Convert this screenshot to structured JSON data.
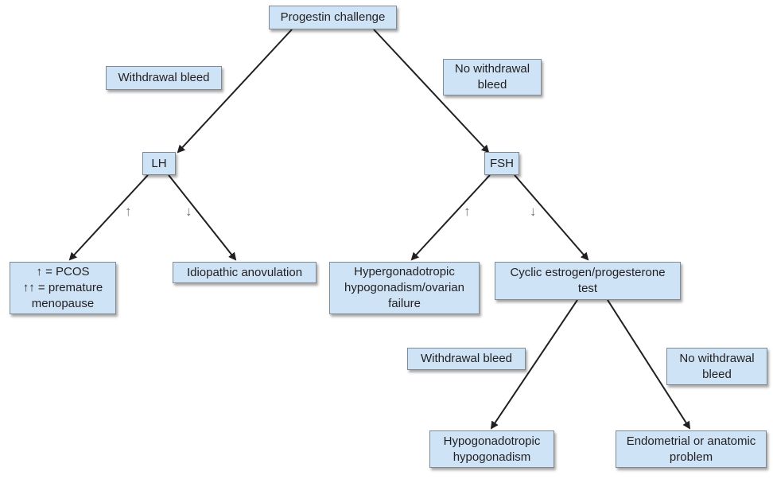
{
  "diagram": {
    "nodes": {
      "progestin_challenge": "Progestin challenge",
      "withdrawal_bleed_1": "Withdrawal bleed",
      "no_withdrawal_bleed_1": "No withdrawal bleed",
      "lh": "LH",
      "fsh": "FSH",
      "pcos": [
        "↑ = PCOS",
        "↑↑ = premature",
        "menopause"
      ],
      "idiopathic": "Idiopathic anovulation",
      "hypergonadotropic": [
        "Hypergonadotropic",
        "hypogonadism/ovarian",
        "failure"
      ],
      "cyclic_test": [
        "Cyclic estrogen/progesterone",
        "test"
      ],
      "withdrawal_bleed_2": "Withdrawal bleed",
      "no_withdrawal_bleed_2": [
        "No withdrawal",
        "bleed"
      ],
      "hypogonadotropic": [
        "Hypogonadotropic",
        "hypogonadism"
      ],
      "endometrial": [
        "Endometrial or anatomic",
        "problem"
      ]
    },
    "no_withdrawal_bleed_1_lines": [
      "No withdrawal",
      "bleed"
    ],
    "symbols": {
      "lh_up": "↑",
      "lh_down": "↓",
      "fsh_up": "↑",
      "fsh_down": "↓"
    }
  }
}
